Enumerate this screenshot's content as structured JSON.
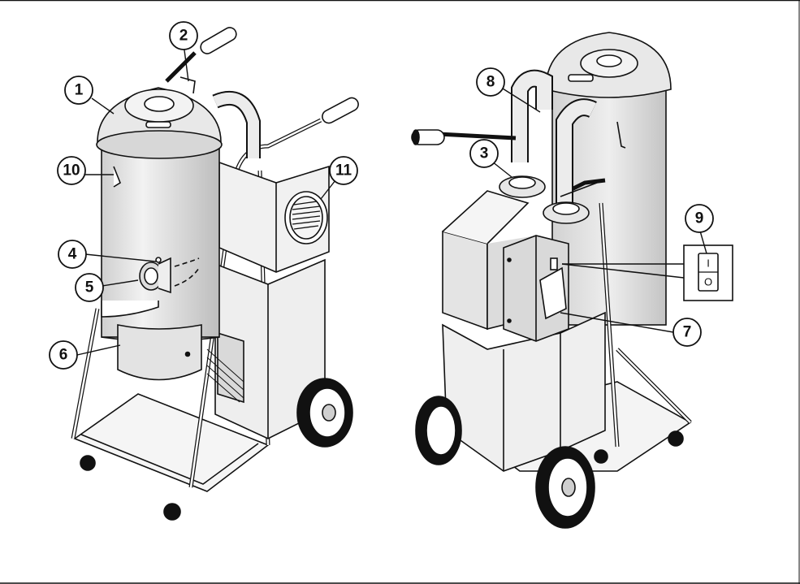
{
  "callouts": [
    {
      "id": "1",
      "label": "1"
    },
    {
      "id": "2",
      "label": "2"
    },
    {
      "id": "3",
      "label": "3"
    },
    {
      "id": "4",
      "label": "4"
    },
    {
      "id": "5",
      "label": "5"
    },
    {
      "id": "6",
      "label": "6"
    },
    {
      "id": "7",
      "label": "7"
    },
    {
      "id": "8",
      "label": "8"
    },
    {
      "id": "9",
      "label": "9"
    },
    {
      "id": "10",
      "label": "10"
    },
    {
      "id": "11",
      "label": "11"
    }
  ],
  "switch_detail": {
    "on_symbol": "I",
    "off_symbol": "O"
  },
  "colors": {
    "line": "#111111",
    "fill_light": "#e6e6e6",
    "fill_mid": "#cfcfcf",
    "fill_dark": "#9a9a9a"
  }
}
